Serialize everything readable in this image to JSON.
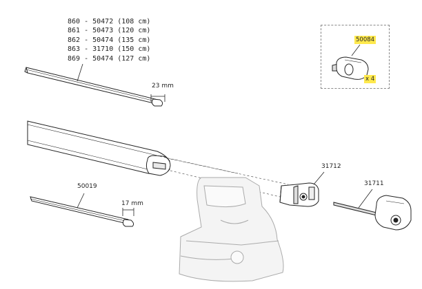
{
  "bar_part_numbers": [
    "860 - 50472 (108 cm)",
    "861 - 50473 (120 cm)",
    "862 - 50474 (135 cm)",
    "863 - 31710 (150 cm)",
    "869 - 50474 (127 cm)"
  ],
  "callouts": {
    "profile_width_large": "23 mm",
    "profile_width_small": "17 mm",
    "rubber_strip": "50019",
    "end_cap_adapter": "31712",
    "end_cap_with_bolt": "31711"
  },
  "inset": {
    "part_number": "50084",
    "quantity": "x 4",
    "highlight_color": "#ffe94d"
  }
}
